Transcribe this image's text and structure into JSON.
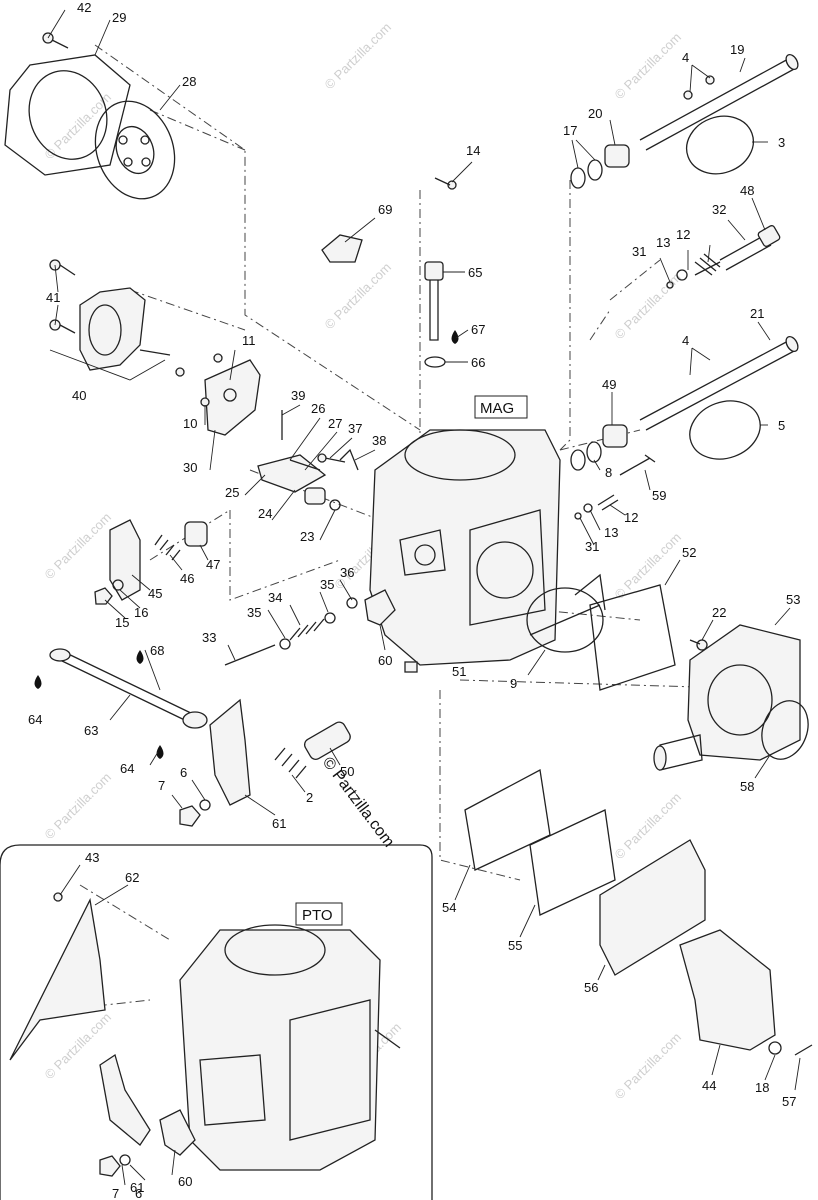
{
  "labels": {
    "mag": "MAG",
    "pto": "PTO",
    "credit": "© Partzilla.com",
    "watermark": "© Partzilla.com"
  },
  "callouts": [
    {
      "id": "c42",
      "text": "42"
    },
    {
      "id": "c29",
      "text": "29"
    },
    {
      "id": "c28",
      "text": "28"
    },
    {
      "id": "c41",
      "text": "41"
    },
    {
      "id": "c40",
      "text": "40"
    },
    {
      "id": "c11",
      "text": "11"
    },
    {
      "id": "c10",
      "text": "10"
    },
    {
      "id": "c30",
      "text": "30"
    },
    {
      "id": "c39",
      "text": "39"
    },
    {
      "id": "c26",
      "text": "26"
    },
    {
      "id": "c27",
      "text": "27"
    },
    {
      "id": "c37",
      "text": "37"
    },
    {
      "id": "c38",
      "text": "38"
    },
    {
      "id": "c25",
      "text": "25"
    },
    {
      "id": "c24",
      "text": "24"
    },
    {
      "id": "c23",
      "text": "23"
    },
    {
      "id": "c14",
      "text": "14"
    },
    {
      "id": "c69",
      "text": "69"
    },
    {
      "id": "c65",
      "text": "65"
    },
    {
      "id": "c67",
      "text": "67"
    },
    {
      "id": "c66",
      "text": "66"
    },
    {
      "id": "c17",
      "text": "17"
    },
    {
      "id": "c20",
      "text": "20"
    },
    {
      "id": "c4a",
      "text": "4"
    },
    {
      "id": "c19",
      "text": "19"
    },
    {
      "id": "c3",
      "text": "3"
    },
    {
      "id": "c48",
      "text": "48"
    },
    {
      "id": "c32",
      "text": "32"
    },
    {
      "id": "c13a",
      "text": "13"
    },
    {
      "id": "c12a",
      "text": "12"
    },
    {
      "id": "c31a",
      "text": "31"
    },
    {
      "id": "c21",
      "text": "21"
    },
    {
      "id": "c4b",
      "text": "4"
    },
    {
      "id": "c49",
      "text": "49"
    },
    {
      "id": "c5",
      "text": "5"
    },
    {
      "id": "c8",
      "text": "8"
    },
    {
      "id": "c59",
      "text": "59"
    },
    {
      "id": "c12b",
      "text": "12"
    },
    {
      "id": "c13b",
      "text": "13"
    },
    {
      "id": "c31b",
      "text": "31"
    },
    {
      "id": "c52",
      "text": "52"
    },
    {
      "id": "c47",
      "text": "47"
    },
    {
      "id": "c46",
      "text": "46"
    },
    {
      "id": "c45",
      "text": "45"
    },
    {
      "id": "c16",
      "text": "16"
    },
    {
      "id": "c15",
      "text": "15"
    },
    {
      "id": "c36",
      "text": "36"
    },
    {
      "id": "c35a",
      "text": "35"
    },
    {
      "id": "c34",
      "text": "34"
    },
    {
      "id": "c35b",
      "text": "35"
    },
    {
      "id": "c33",
      "text": "33"
    },
    {
      "id": "c60a",
      "text": "60"
    },
    {
      "id": "c51",
      "text": "51"
    },
    {
      "id": "c9",
      "text": "9"
    },
    {
      "id": "c22",
      "text": "22"
    },
    {
      "id": "c53",
      "text": "53"
    },
    {
      "id": "c68",
      "text": "68"
    },
    {
      "id": "c64a",
      "text": "64"
    },
    {
      "id": "c63",
      "text": "63"
    },
    {
      "id": "c64b",
      "text": "64"
    },
    {
      "id": "c6a",
      "text": "6"
    },
    {
      "id": "c7a",
      "text": "7"
    },
    {
      "id": "c2",
      "text": "2"
    },
    {
      "id": "c50",
      "text": "50"
    },
    {
      "id": "c61a",
      "text": "61"
    },
    {
      "id": "c58",
      "text": "58"
    },
    {
      "id": "c43",
      "text": "43"
    },
    {
      "id": "c62",
      "text": "62"
    },
    {
      "id": "c54",
      "text": "54"
    },
    {
      "id": "c55",
      "text": "55"
    },
    {
      "id": "c56",
      "text": "56"
    },
    {
      "id": "c44",
      "text": "44"
    },
    {
      "id": "c18",
      "text": "18"
    },
    {
      "id": "c57",
      "text": "57"
    },
    {
      "id": "c61b",
      "text": "61"
    },
    {
      "id": "c60b",
      "text": "60"
    },
    {
      "id": "c6b",
      "text": "6"
    },
    {
      "id": "c7b",
      "text": "7"
    }
  ]
}
